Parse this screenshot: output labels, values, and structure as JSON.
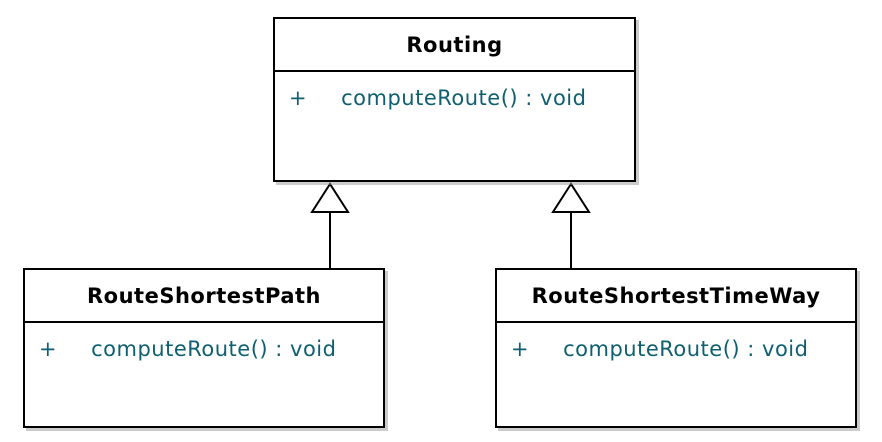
{
  "diagram_type": "uml-class-diagram",
  "colors": {
    "background": "#ffffff",
    "box_fill": "#ffffff",
    "box_border": "#000000",
    "class_name_text": "#000000",
    "operation_text": "#0e5f70"
  },
  "classes": [
    {
      "name": "Routing",
      "operations": [
        {
          "visibility": "+",
          "signature": "computeRoute() : void"
        }
      ]
    },
    {
      "name": "RouteShortestPath",
      "operations": [
        {
          "visibility": "+",
          "signature": "computeRoute() : void"
        }
      ]
    },
    {
      "name": "RouteShortestTimeWay",
      "operations": [
        {
          "visibility": "+",
          "signature": "computeRoute() : void"
        }
      ]
    }
  ],
  "relationships": [
    {
      "type": "generalization",
      "from": "RouteShortestPath",
      "to": "Routing"
    },
    {
      "type": "generalization",
      "from": "RouteShortestTimeWay",
      "to": "Routing"
    }
  ]
}
